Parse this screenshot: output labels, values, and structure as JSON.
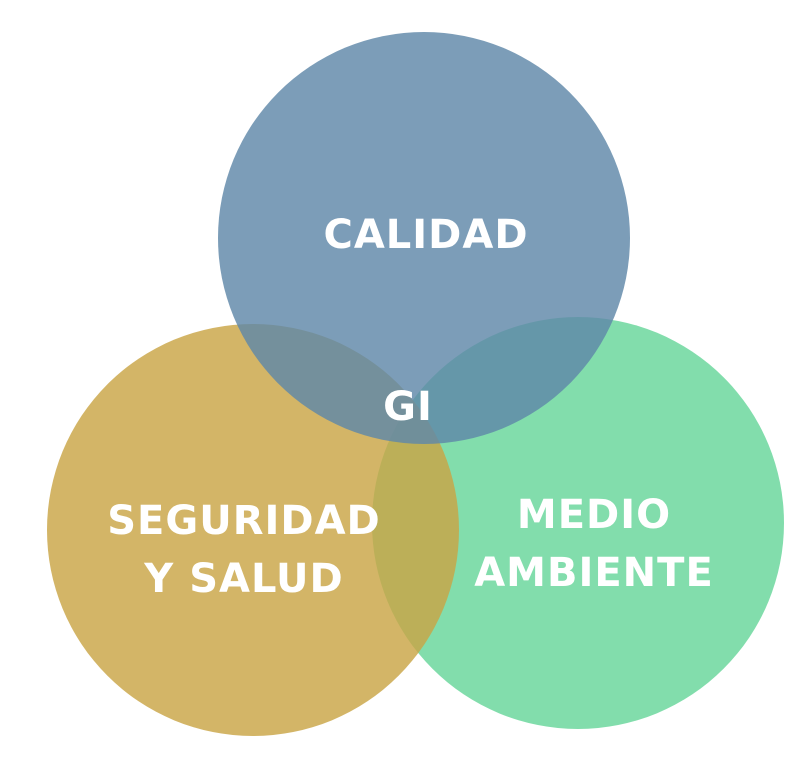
{
  "diagram": {
    "circles": [
      {
        "id": "calidad",
        "lines": [
          "CALIDAD"
        ],
        "color": "#5f87a8",
        "opacity": 0.82
      },
      {
        "id": "seguridad",
        "lines": [
          "SEGURIDAD",
          "Y SALUD"
        ],
        "color": "#c9a546",
        "opacity": 0.82
      },
      {
        "id": "medio-ambiente",
        "lines": [
          "MEDIO",
          "AMBIENTE"
        ],
        "color": "#5fd495",
        "opacity": 0.78
      }
    ],
    "center_label": "GI"
  }
}
